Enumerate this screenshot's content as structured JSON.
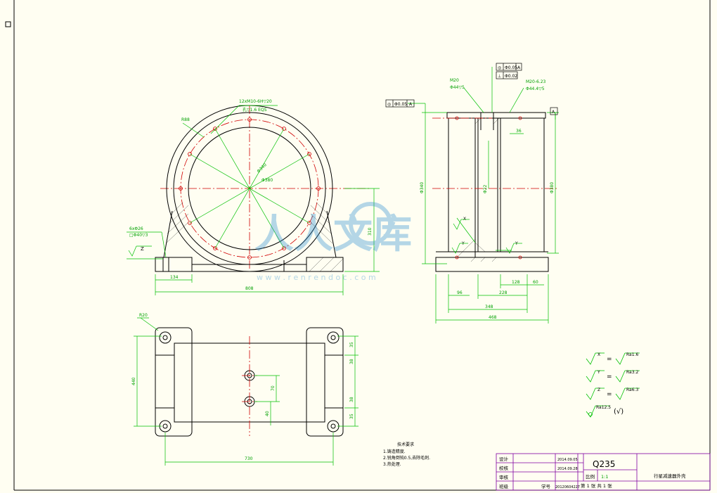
{
  "colors": {
    "background": "#fffef2",
    "outline": "#000000",
    "dimension": "#00c000",
    "centerline": "#d00000",
    "titleblock": "#8000a0",
    "watermark": "#2a8fd0"
  },
  "front_view": {
    "hole_callout_1": "12xM10-6H▽20",
    "hole_callout_2": "孔▽1.6 EQS",
    "dim_R": "R88",
    "dim_dia_inner": "Φ340",
    "dim_dia_outer": "Φ380",
    "dim_height": "310",
    "dim_foot": "134",
    "dim_width": "808",
    "foot_callout_1": "6xΦ26",
    "foot_callout_2": "□Φ40▽3",
    "datum_Z": "Z"
  },
  "side_view": {
    "gtol_left_sym": "◎",
    "gtol_left_val": "Φ0.05",
    "gtol_left_ref": "A",
    "gtol_top1_sym": "◎",
    "gtol_top1_val": "Φ0.05",
    "gtol_top1_ref": "A",
    "gtol_top2_sym": "⊥",
    "gtol_top2_val": "Φ0.02",
    "callout_left_1": "M20",
    "callout_left_2": "Φ44▽5",
    "callout_right_1": "M20-6.23",
    "callout_right_2": "Φ44.4▽5",
    "datum_A": "A",
    "datum_X": "X",
    "datum_Y1": "Y",
    "datum_Y2": "Y",
    "dim_left_dia": "Φ340",
    "dim_right_dia": "Φ380",
    "dim_center": "Φ22",
    "dim_small": "36",
    "dim_low_left": "96",
    "dim_low_mid": "228",
    "dim_low_right1": "128",
    "dim_low_right2": "60",
    "dim_total_mid": "348",
    "dim_total": "468"
  },
  "top_view": {
    "corner_callout": "R20",
    "dim_height": "440",
    "dim_right_a": "35",
    "dim_right_b": "38",
    "dim_right_c": "35",
    "dim_right_d": "38",
    "dim_mid_a": "70",
    "dim_mid_b": "40",
    "dim_width": "730"
  },
  "tech_requirements": {
    "title": "技术要求",
    "line1": "1.铸造精度.",
    "line2": "2.锐角倒钝0.5,去除毛刺.",
    "line3": "3.热处理."
  },
  "roughness_legend": {
    "r1_sym": "X",
    "r1_eq": "=",
    "r1_val": "Ra1.6",
    "r2_sym": "Y",
    "r2_eq": "=",
    "r2_val": "Ra3.2",
    "r3_sym": "Z",
    "r3_eq": "=",
    "r3_val": "Ra6.3",
    "r4_val": "Ra12.5",
    "r4_paren": "(√)"
  },
  "title_block": {
    "label_design": "设计",
    "label_check": "校核",
    "label_review": "审核",
    "label_class": "班级",
    "date_design": "2014.09.05",
    "date_check": "2014.09.28",
    "material": "Q235",
    "scale_label": "比例",
    "scale_value": "1:1",
    "sheet": "第 1 张 共 1 张",
    "part_name": "行星减速器外壳",
    "student_label": "学号",
    "student_id": "20120604227"
  },
  "watermark": {
    "text_cn": "人人文库",
    "text_url": "w w w . r e n r e n d o c . c o m"
  },
  "ui": {
    "corner_box_icon": "square-icon"
  }
}
